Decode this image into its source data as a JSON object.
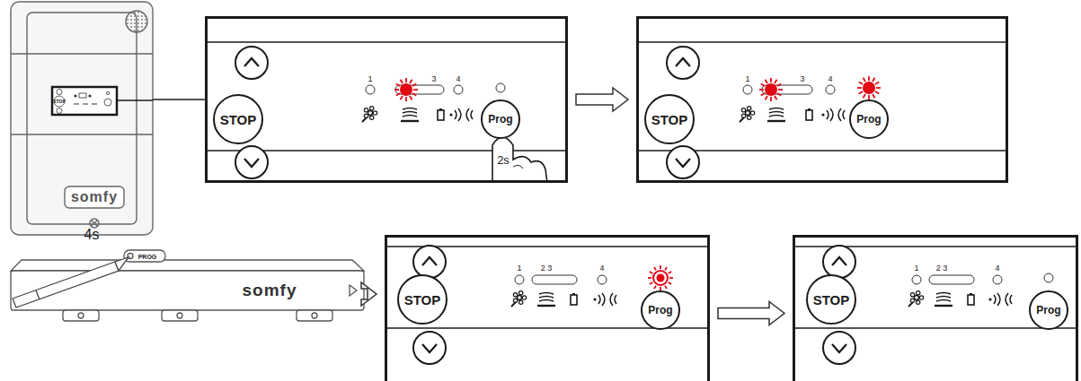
{
  "diagram": {
    "nodes": [
      {
        "text": [
          "somfy"
        ]
      },
      {
        "text": [
          "1",
          "3",
          "4"
        ]
      },
      {
        "text": [
          "STOP"
        ],
        "in": 1
      },
      {
        "text": [
          "Prog"
        ],
        "in": 1
      },
      {
        "text": [
          "1",
          "3",
          "4"
        ]
      },
      {
        "text": [
          "STOP"
        ],
        "in": 4
      },
      {
        "text": [
          "Prog"
        ],
        "in": 4
      },
      {
        "text": [
          "PROG",
          "somfy"
        ]
      },
      {
        "text": [
          "1",
          "2 3",
          "4"
        ]
      },
      {
        "text": [
          "STOP"
        ],
        "in": 8
      },
      {
        "text": [
          "Prog"
        ],
        "in": 8
      },
      {
        "text": [
          "1",
          "2 3",
          "4"
        ]
      },
      {
        "text": [
          "STOP"
        ],
        "in": 11
      },
      {
        "text": [
          "Prog"
        ],
        "in": 11
      }
    ],
    "edges": [
      {
        "from": 0,
        "to": 1,
        "arrow": "none"
      },
      {
        "from": 1,
        "to": 4,
        "arrow": "to"
      },
      {
        "from": 7,
        "to": 8,
        "arrow": "to"
      },
      {
        "from": 8,
        "to": 11,
        "arrow": "to"
      }
    ],
    "labels": [
      "STOP",
      "2s",
      "4s"
    ]
  }
}
